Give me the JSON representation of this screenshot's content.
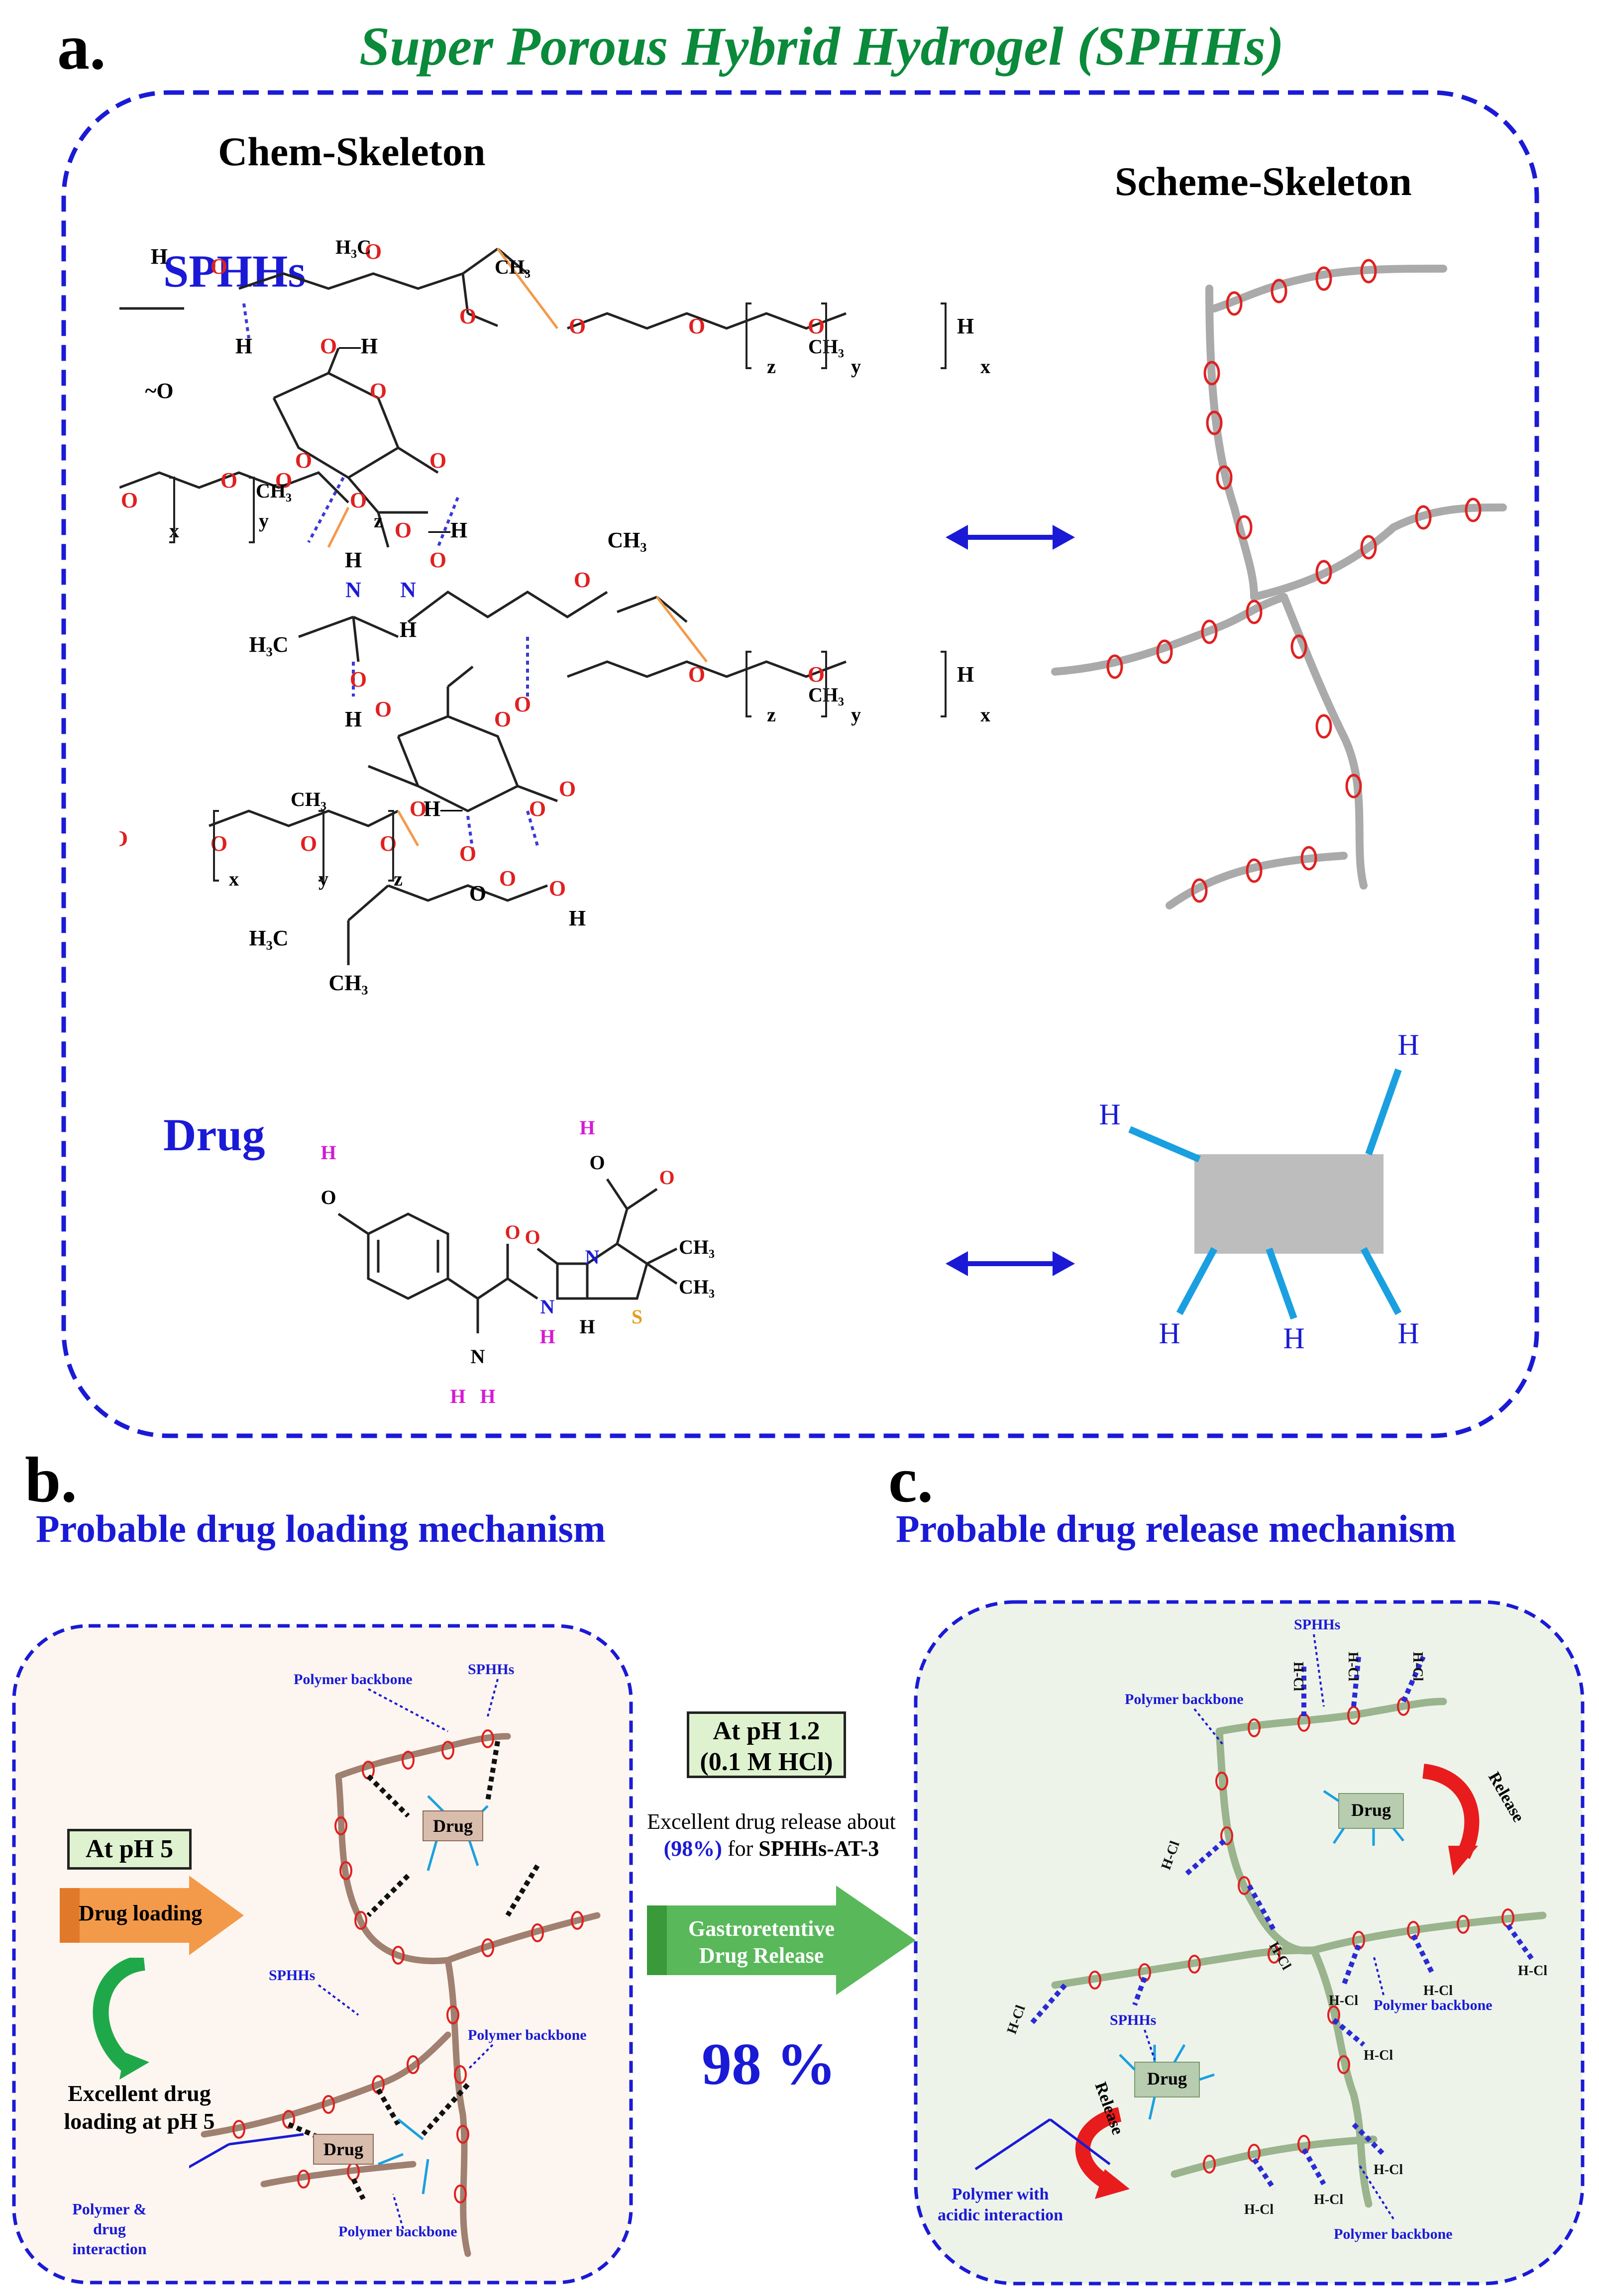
{
  "panel_a": {
    "letter": "a.",
    "title": "Super Porous Hybrid Hydrogel (SPHHs)",
    "chem_skeleton_label": "Chem-Skeleton",
    "scheme_skeleton_label": "Scheme-Skeleton",
    "sphhs_label": "SPHHs",
    "drug_label": "Drug",
    "chem_labels": {
      "h": "H",
      "oh": "O—H",
      "o": "O",
      "n": "N",
      "s": "S",
      "h3c": "H₃C",
      "ch3": "CH₃",
      "x": "x",
      "y": "y",
      "z": "z"
    }
  },
  "panel_b": {
    "letter": "b.",
    "heading": "Probable drug loading mechanism",
    "ph_label": "At pH 5",
    "arrow_label": "Drug loading",
    "result_label": "Excellent drug loading at pH 5",
    "sphhs_top": "SPHHs",
    "sphhs_mid": "SPHHs",
    "backbone_top": "Polymer backbone",
    "backbone_right": "Polymer backbone",
    "backbone_bottom": "Polymer backbone",
    "interaction_label": "Polymer & drug interaction",
    "drug_box": "Drug"
  },
  "middle": {
    "condition_line1": "At pH 1.2",
    "condition_line2": "(0.1 M HCl)",
    "note_line1": "Excellent drug release about",
    "note_pct": "(98%)",
    "note_for": "for",
    "note_sample": "SPHHs-AT-3",
    "arrow_label": "Gastroretentive Drug Release",
    "percent": "98 %"
  },
  "panel_c": {
    "letter": "c.",
    "heading": "Probable drug release mechanism",
    "sphhs_top": "SPHHs",
    "sphhs_mid": "SPHHs",
    "backbone_top": "Polymer backbone",
    "backbone_right": "Polymer backbone",
    "backbone_bottom": "Polymer backbone",
    "acidic_label": "Polymer with acidic interaction",
    "release_label": "Release",
    "drug_box": "Drug",
    "hcl": "H-Cl"
  },
  "colors": {
    "blue": "#1a1ad6",
    "green_title": "#0a8a3a",
    "backbone_brown": "#a08070",
    "backbone_green": "#9ab48e",
    "node_red": "#e02020",
    "cyan_bond": "#1aa0e0",
    "orange_arrow": "#f39a4a",
    "green_arrow": "#59b85a",
    "release_red": "#e81c1c"
  }
}
